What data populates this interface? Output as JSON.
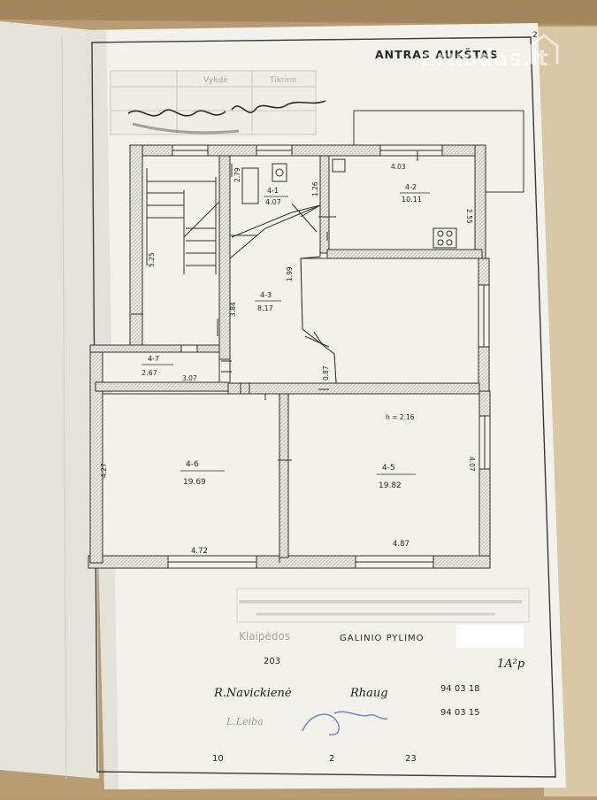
{
  "sheet": {
    "title": "ANTRAS AUKŠTAS",
    "corner_number": "2",
    "watermark": "aruodas.lt"
  },
  "top_stamp": {
    "headers": [
      "Vykdė",
      "Tikrino"
    ]
  },
  "rooms": [
    {
      "id": "4-1",
      "area": "4.07"
    },
    {
      "id": "4-2",
      "area": "10.11"
    },
    {
      "id": "4-3",
      "area": "8.17"
    },
    {
      "id": "4-7",
      "area": "2.67"
    },
    {
      "id": "4-6",
      "area": "19.69"
    },
    {
      "id": "4-5",
      "area": "19.82"
    }
  ],
  "dimensions": {
    "d_279": "2.79",
    "d_126": "1.26",
    "d_403": "4.03",
    "d_255": "2.55",
    "d_525": "5.25",
    "d_199": "1.99",
    "d_384": "3.84",
    "d_307": "3.07",
    "d_087": "0.87",
    "d_427": "4.27",
    "d_472": "4.72",
    "d_407": "4.07",
    "d_487": "4.87",
    "height": "h = 2.16"
  },
  "bottom": {
    "faded_city": "Klaipėdos",
    "label": "GALINIO PYLIMO",
    "code_203": "203",
    "sheet_code": "1A²p",
    "sign_name": "R.Navickienė",
    "sign_initials": "Rhaug",
    "date_1": "94 03 18",
    "date_2": "94 03 15",
    "faded_name": "L.Leiba",
    "page_nums": [
      "10",
      "2",
      "23"
    ]
  }
}
